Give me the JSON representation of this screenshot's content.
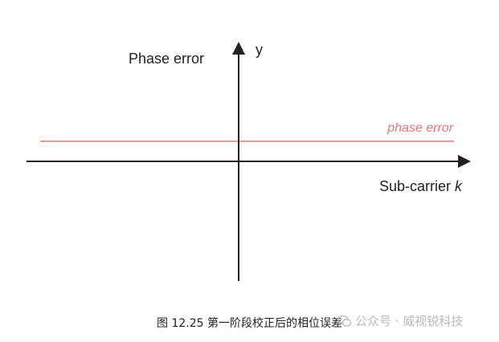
{
  "diagram": {
    "y_axis_label": "Phase error",
    "y_axis_letter": "y",
    "x_axis_label": "Sub-carrier",
    "x_axis_variable": "k",
    "line_label": "phase error",
    "line_color": "#e8787a",
    "axis_color": "#222222"
  },
  "caption": {
    "text": "图  12.25  第一阶段校正后的相位误差"
  },
  "watermark": {
    "icon": "wechat-icon",
    "text": "公众号 · 威视锐科技"
  }
}
